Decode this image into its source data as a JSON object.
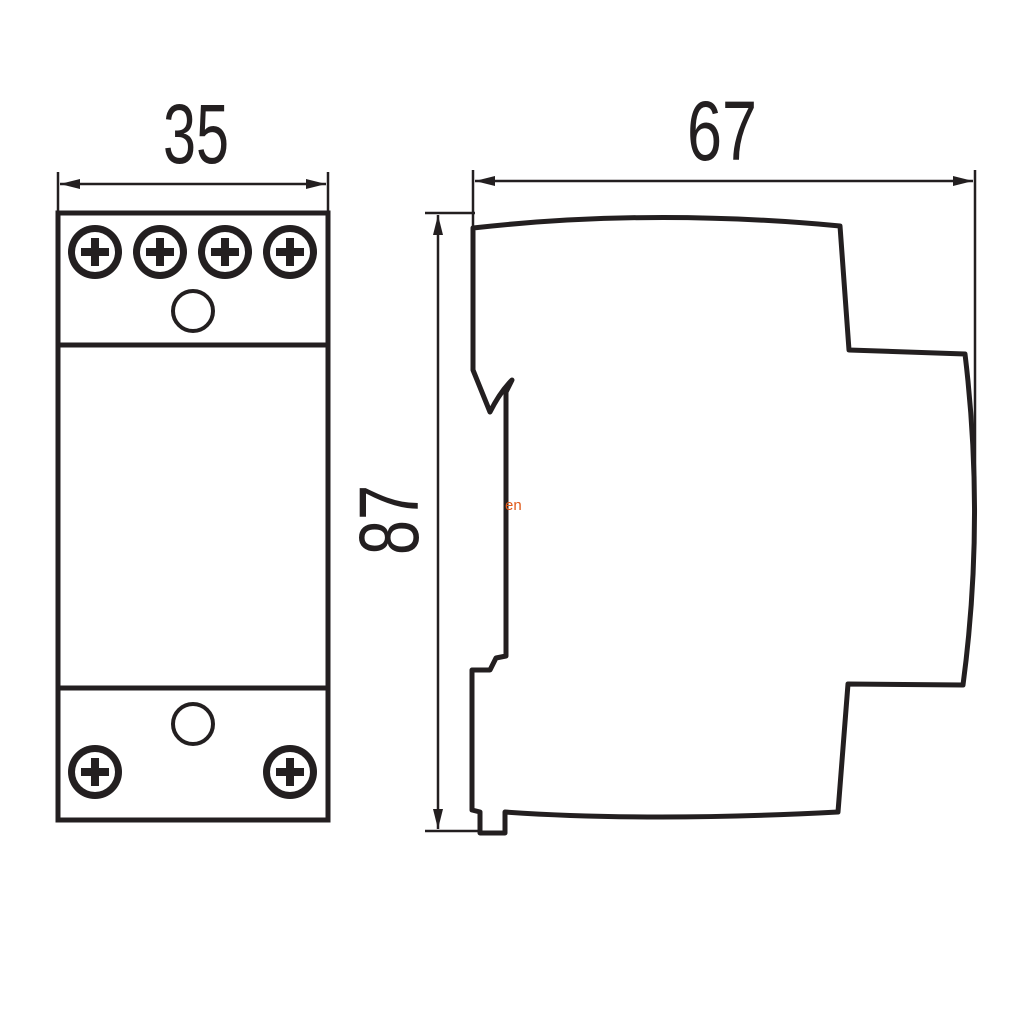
{
  "dimensions": {
    "width_front": "35",
    "depth_side": "67",
    "height": "87"
  },
  "colors": {
    "stroke": "#231f20",
    "background": "#ffffff",
    "watermark": "#e05a1a"
  },
  "watermark_text": "en"
}
